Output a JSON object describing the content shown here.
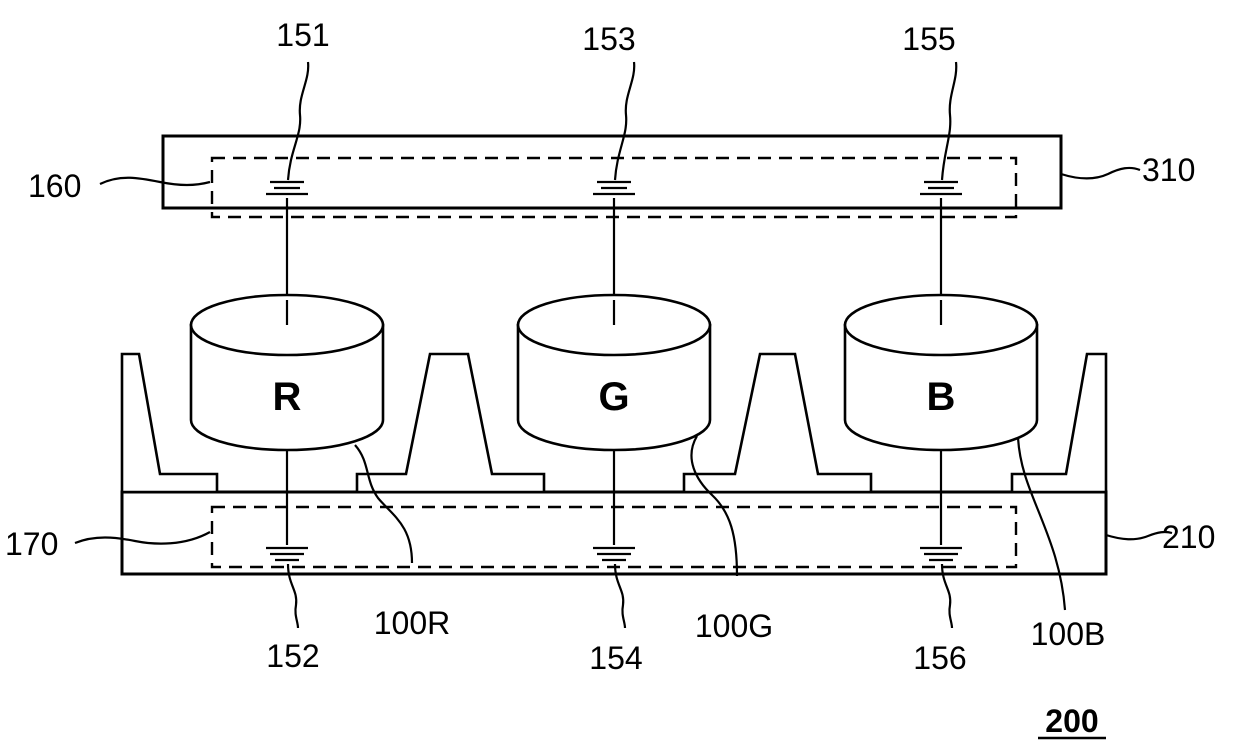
{
  "diagram": {
    "label_310": "310",
    "label_160": "160",
    "label_210": "210",
    "label_170": "170",
    "label_151": "151",
    "label_153": "153",
    "label_155": "155",
    "label_152": "152",
    "label_154": "154",
    "label_156": "156",
    "label_100R": "100R",
    "label_100G": "100G",
    "label_100B": "100B",
    "label_200": "200",
    "cyl_R": "R",
    "cyl_G": "G",
    "cyl_B": "B"
  }
}
